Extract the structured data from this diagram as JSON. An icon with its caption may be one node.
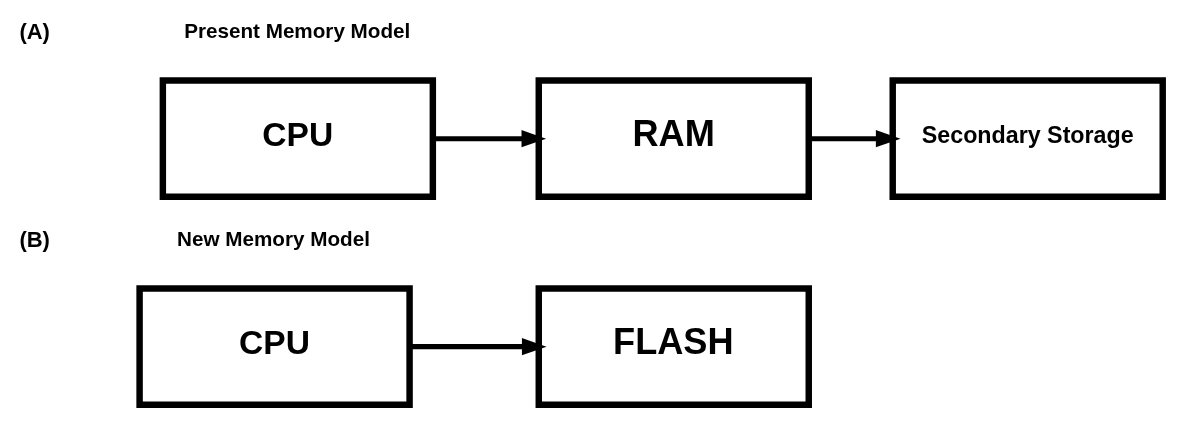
{
  "diagram": {
    "nodes": [
      {
        "text": [
          "CPU"
        ]
      },
      {
        "text": [
          "RAM"
        ]
      },
      {
        "text": [
          "Secondary Storage"
        ]
      },
      {
        "text": [
          "CPU"
        ]
      },
      {
        "text": [
          "FLASH"
        ]
      }
    ],
    "edges": [
      {
        "from": 0,
        "to": 1,
        "arrow": "to"
      },
      {
        "from": 1,
        "to": 2,
        "arrow": "to"
      },
      {
        "from": 3,
        "to": 4,
        "arrow": "to"
      }
    ],
    "labels": [
      "(A)",
      "Present Memory Model",
      "(B)",
      "New Memory Model"
    ]
  }
}
